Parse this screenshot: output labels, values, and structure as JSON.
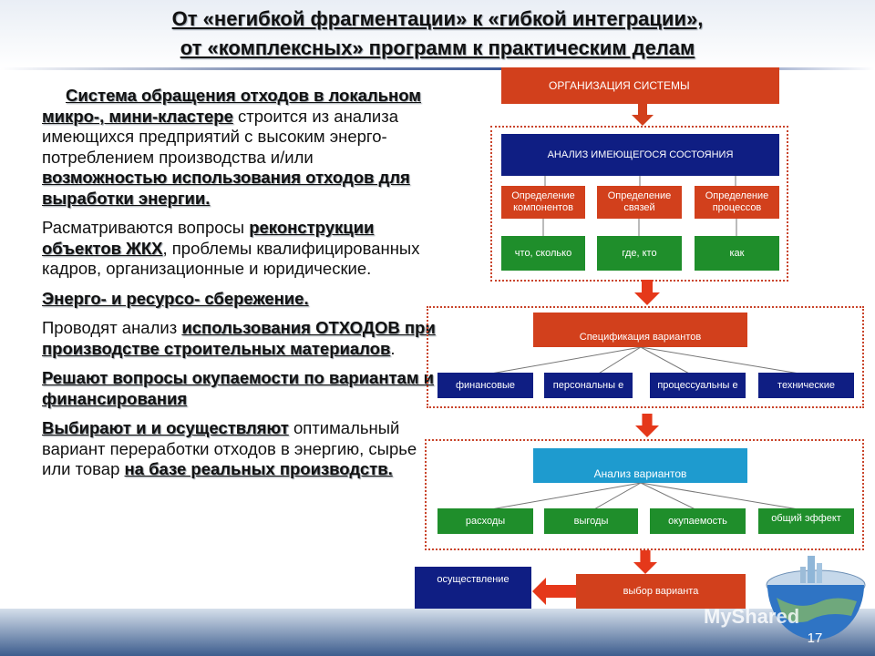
{
  "title": {
    "line1": "От «негибкой фрагментации» к «гибкой интеграции»,",
    "line2": "от «комплексных» программ к практическим делам"
  },
  "text": {
    "p1_bold": "Система обращения отходов в локальном микро-, мини-кластере",
    "p1_plain": "строится из анализа имеющихся предприятий с высоким энерго-потреблением производства и/или",
    "p1_bold2": "возможностью использования отходов для выработки энергии.",
    "p2_plain": "Расматриваются вопросы",
    "p2_bold": "реконструкции объектов ЖКХ",
    "p2_comma": ",",
    "p2_plain2": "проблемы квалифицированных кадров, организационные и юридические.",
    "p3_bold": "Энерго- и ресурсо- сбережение.",
    "p4_plain": "Проводят анализ",
    "p4_bold": "использования ОТХОДОВ при производстве строительных материалов",
    "p4_dot": ".",
    "p5_bold": "Решают вопросы окупаемости по вариантам и финансирования",
    "p6_bold": "Выбирают и и осуществляют",
    "p6_plain": "оптимальный вариант переработки отходов в энергию, сырье или товар",
    "p6_bold2": "на базе реальных производств."
  },
  "flow": {
    "org": "ОРГАНИЗАЦИЯ СИСТЕМЫ",
    "analysis_state": "АНАЛИЗ ИМЕЮЩЕГОСЯ СОСТОЯНИЯ",
    "def_components": "Определение компонентов",
    "def_links": "Определение связей",
    "def_processes": "Определение процессов",
    "what": "что, сколько",
    "where": "где, кто",
    "how": "как",
    "spec": "Спецификация вариантов",
    "financial": "финансовые",
    "personal": "персональны е",
    "process": "процессуальны е",
    "technical": "технические",
    "analysis_var": "Анализ вариантов",
    "costs": "расходы",
    "benefits": "выгоды",
    "payback": "окупаемость",
    "total": "общий эффект",
    "choice": "выбор варианта",
    "realization": "осуществление"
  },
  "footer": {
    "page": "17",
    "watermark": "MyShared"
  },
  "colors": {
    "red": "#d2401c",
    "blue": "#0f1e83",
    "green": "#1f8e2b",
    "cyan": "#1e9bcf",
    "dotted_border": "#c9442a"
  }
}
